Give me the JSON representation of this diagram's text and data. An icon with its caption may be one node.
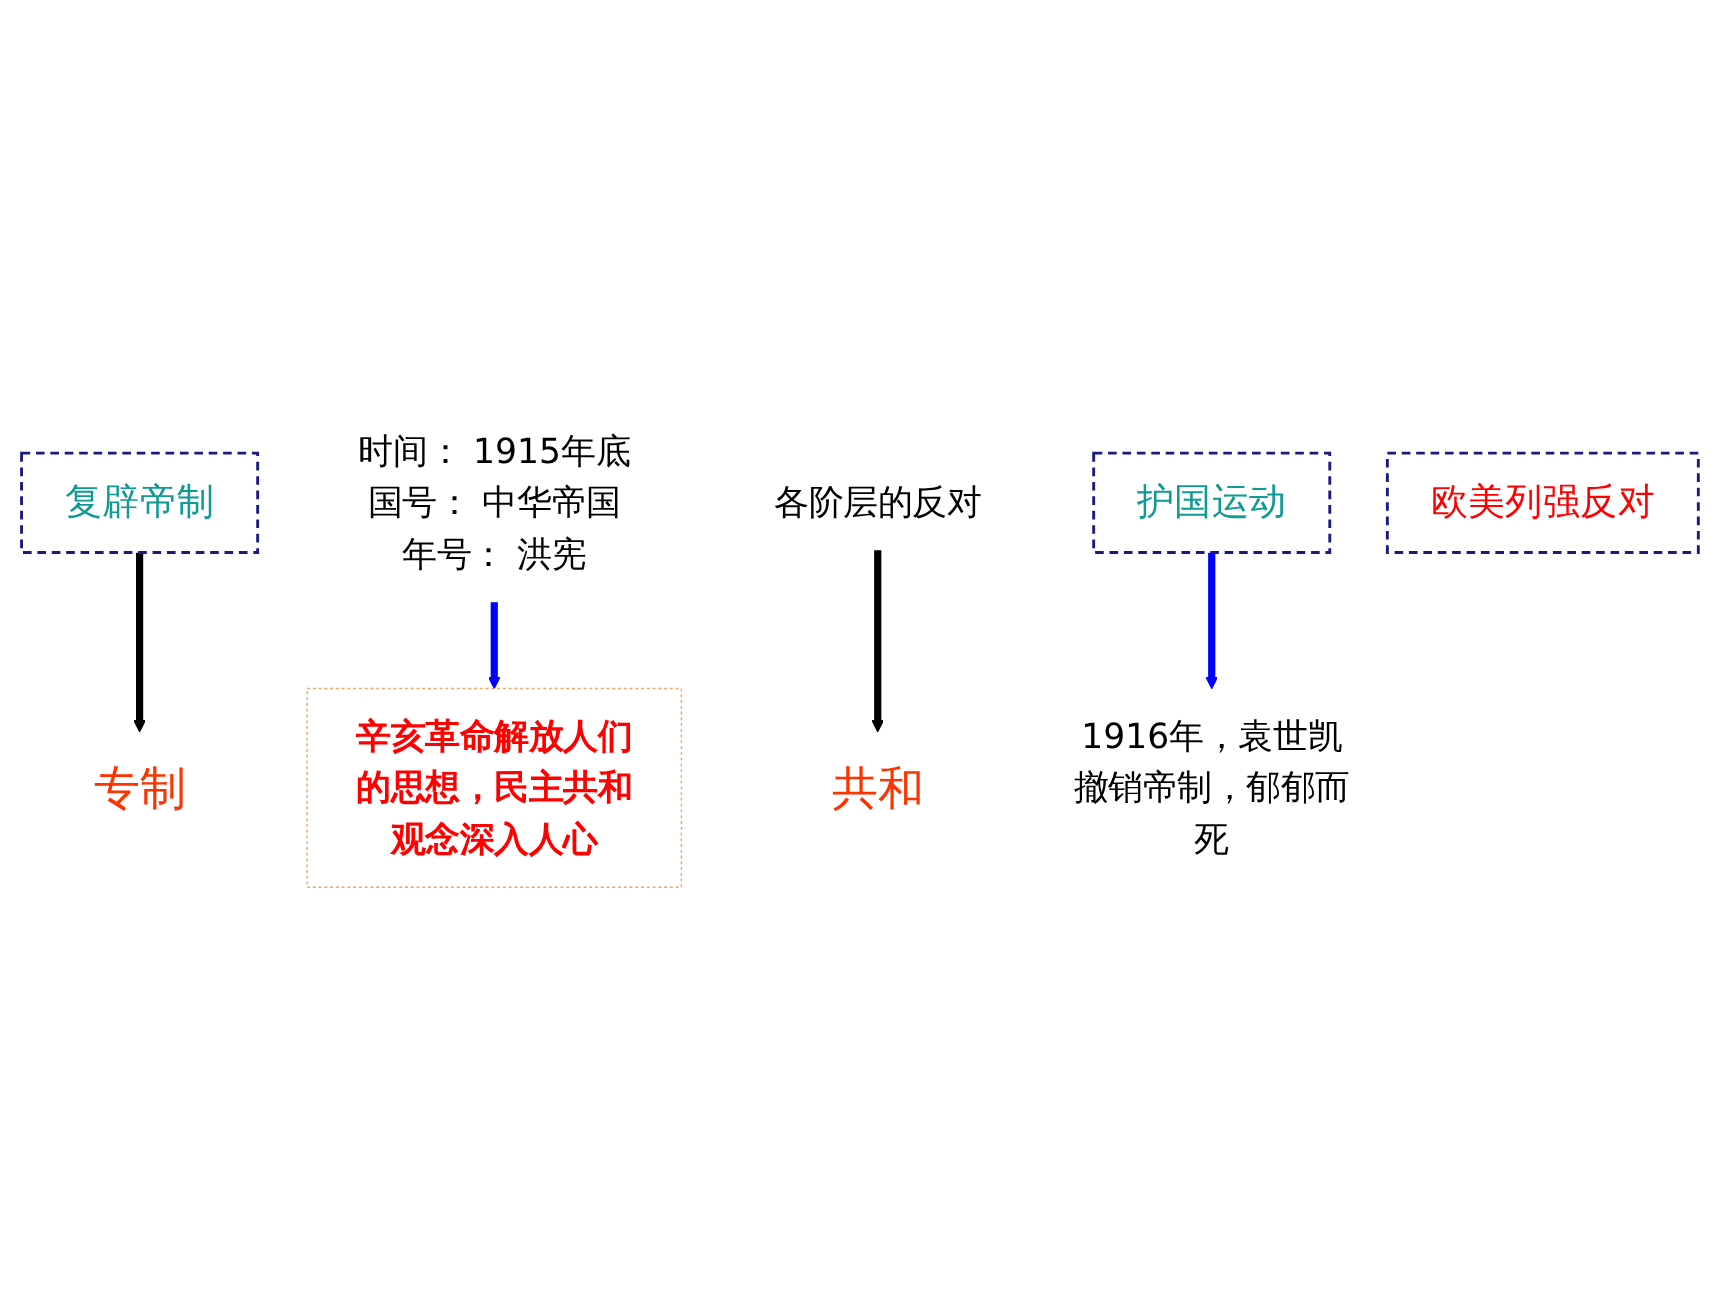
{
  "diagram": {
    "nodes": [
      {
        "text": [
          "复辟帝制"
        ]
      },
      {
        "text": [
          "专制"
        ]
      },
      {
        "text": [
          "共和"
        ]
      },
      {
        "text": [
          "时间：",
          "1915年底",
          "国号：",
          "中华帝国",
          "年号：",
          "洪宪"
        ]
      },
      {
        "text": [
          "辛亥革命解放人们的思想，民主共和观念深入人心"
        ]
      },
      {
        "text": [
          "各阶层的反对"
        ]
      },
      {
        "text": [
          "护国运动"
        ]
      },
      {
        "text": [
          "1916年，袁世凯撤销帝制，郁郁而死"
        ]
      },
      {
        "text": [
          "欧美列强反对"
        ]
      }
    ],
    "edges": [
      {
        "from": 0,
        "to": 1,
        "arrow": "to"
      },
      {
        "from": 3,
        "to": 4,
        "arrow": "to",
        "color": "#0000ff"
      },
      {
        "from": 5,
        "to": 2,
        "arrow": "to"
      },
      {
        "from": 6,
        "to": 7,
        "arrow": "to",
        "color": "#0000ff"
      }
    ]
  }
}
